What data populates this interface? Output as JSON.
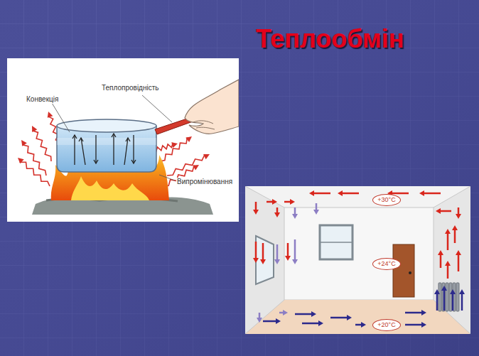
{
  "diagram": {
    "title": "Теплообмін",
    "nodes": [
      {
        "text": [
          "+30°C"
        ]
      },
      {
        "text": [
          "+24°C"
        ]
      },
      {
        "text": [
          "+20°C"
        ]
      }
    ],
    "labels": [
      "Конвекція",
      "Теплопровідність",
      "Випромінювання"
    ]
  }
}
